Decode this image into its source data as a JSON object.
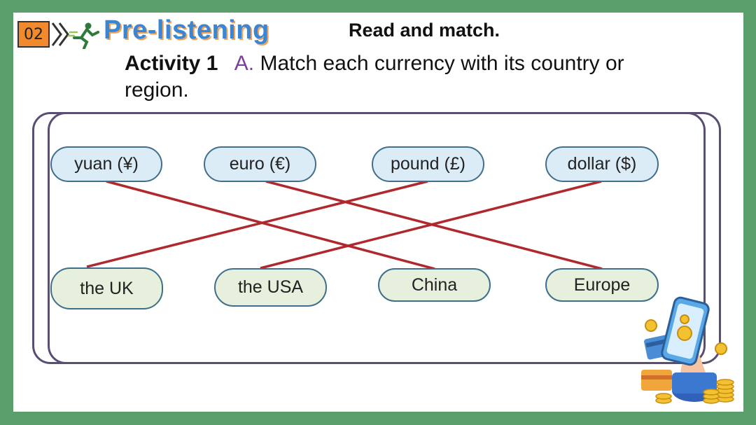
{
  "header": {
    "section_number": "02",
    "section_title": "Pre-listening",
    "subtitle": "Read and match."
  },
  "activity": {
    "label": "Activity 1",
    "letter": "A.",
    "instruction": "Match each currency with its country or region."
  },
  "currencies": [
    {
      "label": "yuan (¥)"
    },
    {
      "label": "euro (€)"
    },
    {
      "label": "pound (£)"
    },
    {
      "label": "dollar ($)"
    }
  ],
  "regions": [
    {
      "label": "the UK"
    },
    {
      "label": "the USA"
    },
    {
      "label": "China"
    },
    {
      "label": "Europe"
    }
  ],
  "matches": [
    {
      "currency": "yuan (¥)",
      "region": "China"
    },
    {
      "currency": "euro (€)",
      "region": "Europe"
    },
    {
      "currency": "pound (£)",
      "region": "the UK"
    },
    {
      "currency": "dollar ($)",
      "region": "the USA"
    }
  ],
  "colors": {
    "frame": "#5a9e6b",
    "match_line": "#b0282e",
    "title": "#3a86d4",
    "badge": "#f08a2c"
  },
  "icons": [
    "runner-icon",
    "phone-payment-icon"
  ]
}
